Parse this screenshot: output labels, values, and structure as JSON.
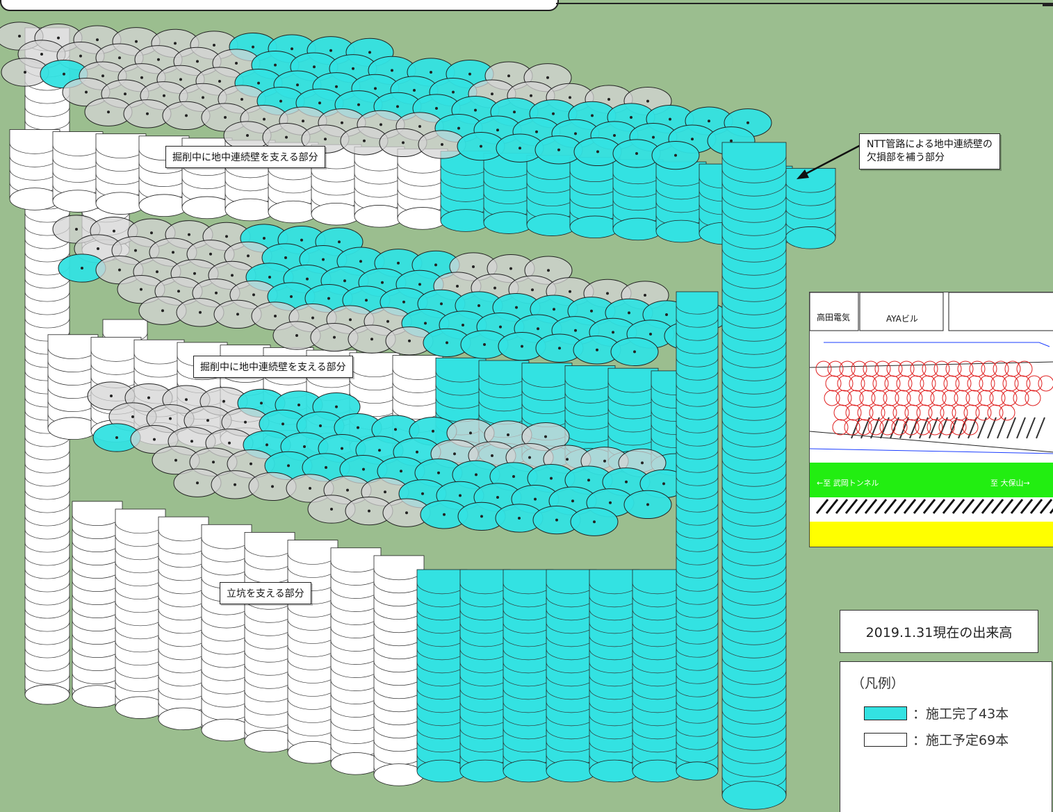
{
  "labels": {
    "upper": "掘削中に地中連続壁を支える部分",
    "middle": "掘削中に地中連続壁を支える部分",
    "lower": "立坑を支える部分",
    "ntt": "NTT管路による地中連続壁の\n欠損部を補う部分"
  },
  "status_date": "2019.1.31現在の出来高",
  "legend": {
    "title": "（凡例）",
    "completed": "：施工完了43本",
    "planned": "：施工予定69本"
  },
  "inset": {
    "building_left": "高田電気",
    "building_right": "AYAビル",
    "road_left": "←至 武岡トンネル",
    "road_right": "至 大保山→"
  },
  "colors": {
    "background": "#9bbe8f",
    "completed": "#33e2e2",
    "planned": "#ffffff",
    "road_green": "#22ee11",
    "road_yellow": "#ffff00",
    "inset_circle": "#e02020"
  }
}
